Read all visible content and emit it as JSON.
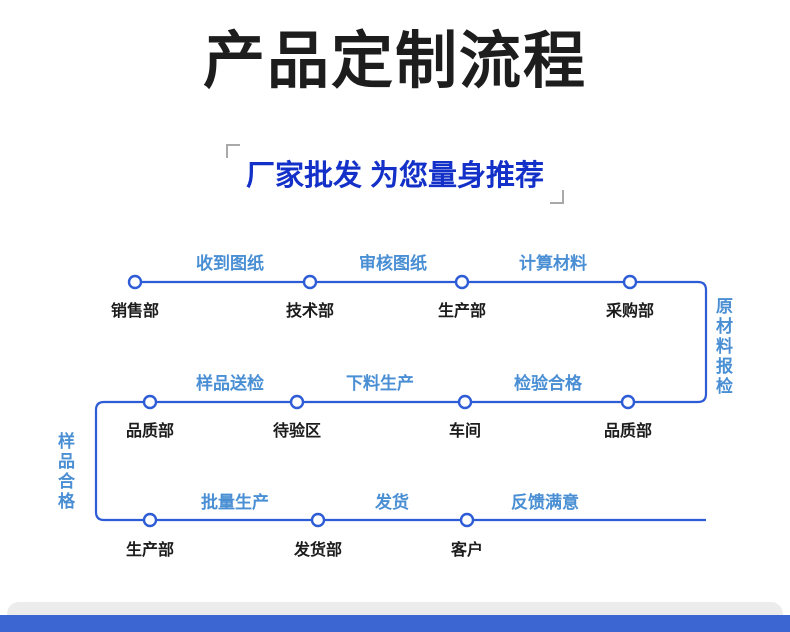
{
  "page": {
    "title": "产品定制流程",
    "subtitle": "厂家批发 为您量身推荐"
  },
  "flow": {
    "rows": [
      {
        "nodes": [
          {
            "label": "销售部"
          },
          {
            "label": "技术部"
          },
          {
            "label": "生产部"
          },
          {
            "label": "采购部"
          }
        ],
        "steps": [
          {
            "label": "收到图纸"
          },
          {
            "label": "审核图纸"
          },
          {
            "label": "计算材料"
          }
        ]
      },
      {
        "nodes": [
          {
            "label": "品质部"
          },
          {
            "label": "待验区"
          },
          {
            "label": "车间"
          },
          {
            "label": "品质部"
          }
        ],
        "steps": [
          {
            "label": "样品送检"
          },
          {
            "label": "下料生产"
          },
          {
            "label": "检验合格"
          }
        ]
      },
      {
        "nodes": [
          {
            "label": "生产部"
          },
          {
            "label": "发货部"
          },
          {
            "label": "客户"
          }
        ],
        "steps": [
          {
            "label": "批量生产"
          },
          {
            "label": "发货"
          },
          {
            "label": "反馈满意"
          }
        ]
      }
    ],
    "side_labels": {
      "right": "原材料报检",
      "left": "样品合格"
    }
  },
  "colors": {
    "line": "#2e5cd6",
    "step": "#4a8fd4",
    "subtitle": "#1330c8",
    "title": "#1d1d1d",
    "bottom_bar": "#3c67d2"
  }
}
